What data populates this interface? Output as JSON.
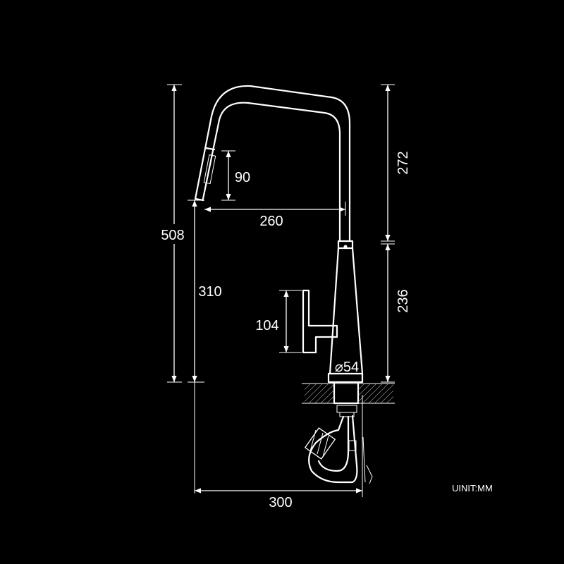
{
  "colors": {
    "background": "#000000",
    "line": "#ffffff"
  },
  "dimensions": {
    "total_height": "508",
    "spout_height": "310",
    "upper_height": "272",
    "lower_height": "236",
    "reach": "260",
    "head_length": "90",
    "handle_height": "104",
    "base_diameter": "⌀54",
    "base_width": "300"
  },
  "unit_label": "UINIT:MM"
}
